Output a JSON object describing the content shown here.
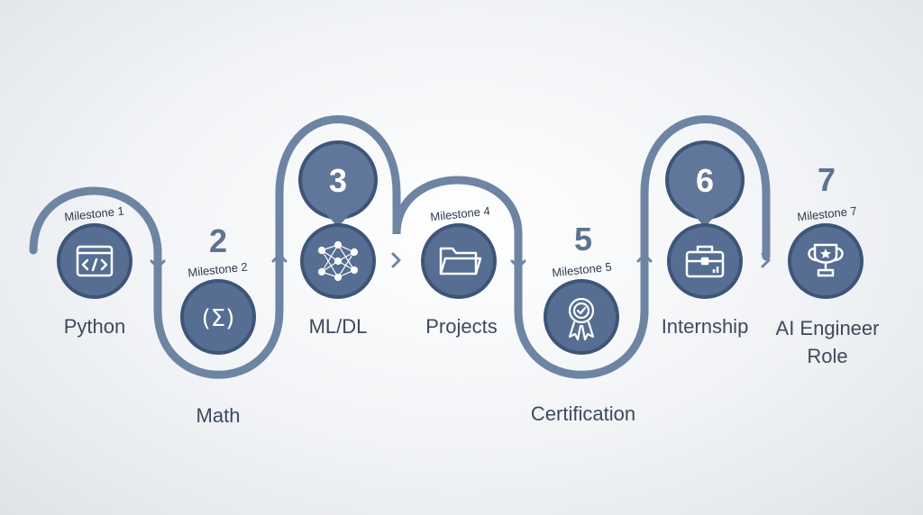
{
  "colors": {
    "path": "#6e84a3",
    "node_fill": "#566e92",
    "node_ring": "#3e5478",
    "bubble_fill": "#60769a",
    "number": "#5e7291",
    "label": "#3d4a5c",
    "icon": "#ffffff"
  },
  "milestones": [
    {
      "badge": "Milestone 1",
      "number": "",
      "label": "Python",
      "icon": "code-window-icon"
    },
    {
      "badge": "Milestone 2",
      "number": "2",
      "label": "Math",
      "icon": "sigma-icon"
    },
    {
      "badge": "",
      "number": "3",
      "label": "ML/DL",
      "icon": "neural-network-icon"
    },
    {
      "badge": "Milestone 4",
      "number": "",
      "label": "Projects",
      "icon": "folder-icon"
    },
    {
      "badge": "Milestone 5",
      "number": "5",
      "label": "Certification",
      "icon": "award-ribbon-icon"
    },
    {
      "badge": "",
      "number": "6",
      "label": "Internship",
      "icon": "briefcase-icon"
    },
    {
      "badge": "Milestone 7",
      "number": "7",
      "label": "AI Engineer Role",
      "icon": "trophy-icon"
    }
  ]
}
